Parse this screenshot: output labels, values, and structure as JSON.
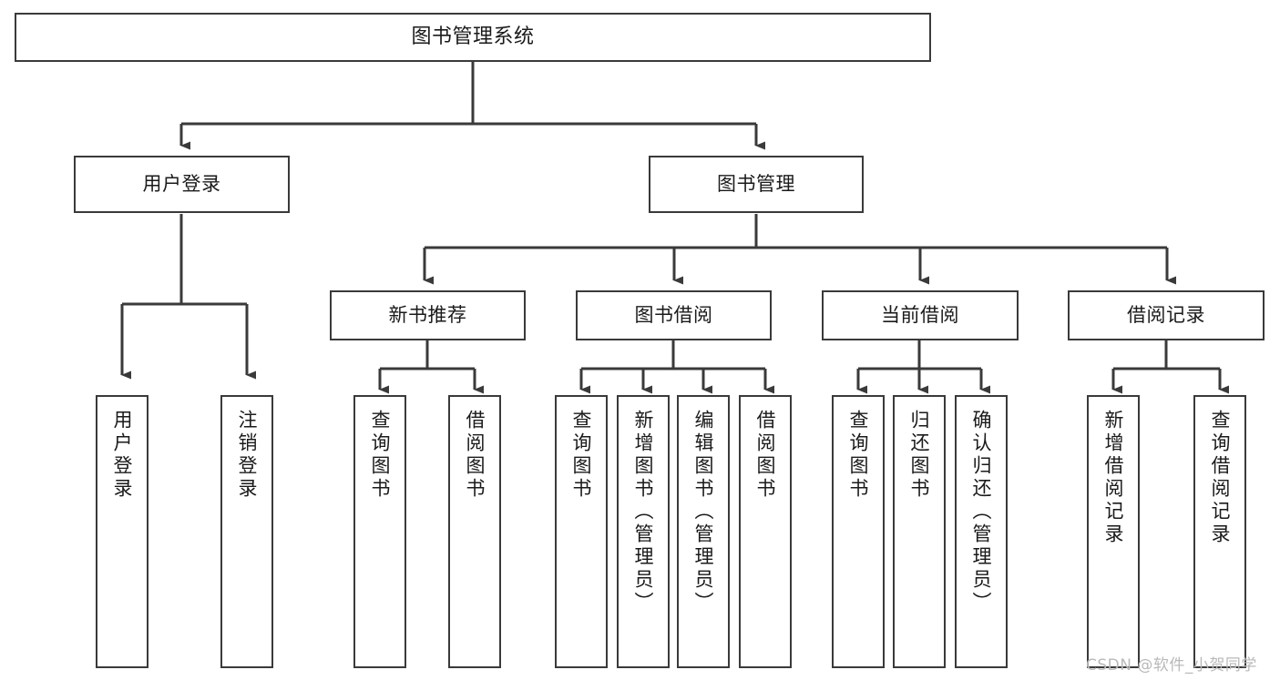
{
  "diagram": {
    "title": "图书管理系统",
    "watermark": "CSDN @软件_小贺同学",
    "colors": {
      "border": "#3a3a3a",
      "text": "#1a1a1a",
      "background": "#ffffff",
      "watermark": "#b9b9b9"
    },
    "nodes": {
      "root": {
        "label": "图书管理系统"
      },
      "level2": [
        {
          "id": "user-login",
          "label": "用户登录"
        },
        {
          "id": "book-manage",
          "label": "图书管理"
        }
      ],
      "level3": [
        {
          "id": "new-book-recommend",
          "label": "新书推荐"
        },
        {
          "id": "book-borrow",
          "label": "图书借阅"
        },
        {
          "id": "current-borrow",
          "label": "当前借阅"
        },
        {
          "id": "borrow-record",
          "label": "借阅记录"
        }
      ],
      "leaves": {
        "user_login": [
          {
            "id": "leaf-user-login",
            "label": "用户登录"
          },
          {
            "id": "leaf-logout",
            "label": "注销登录"
          }
        ],
        "new_book_recommend": [
          {
            "id": "leaf-query-book-1",
            "label": "查询图书"
          },
          {
            "id": "leaf-borrow-book-1",
            "label": "借阅图书"
          }
        ],
        "book_borrow": [
          {
            "id": "leaf-query-book-2",
            "label": "查询图书"
          },
          {
            "id": "leaf-add-book",
            "label": "新增图书（管理员）"
          },
          {
            "id": "leaf-edit-book",
            "label": "编辑图书（管理员）"
          },
          {
            "id": "leaf-borrow-book-2",
            "label": "借阅图书"
          }
        ],
        "current_borrow": [
          {
            "id": "leaf-query-book-3",
            "label": "查询图书"
          },
          {
            "id": "leaf-return-book",
            "label": "归还图书"
          },
          {
            "id": "leaf-confirm-return",
            "label": "确认归还（管理员）"
          }
        ],
        "borrow_record": [
          {
            "id": "leaf-add-record",
            "label": "新增借阅记录"
          },
          {
            "id": "leaf-query-record",
            "label": "查询借阅记录"
          }
        ]
      }
    }
  }
}
